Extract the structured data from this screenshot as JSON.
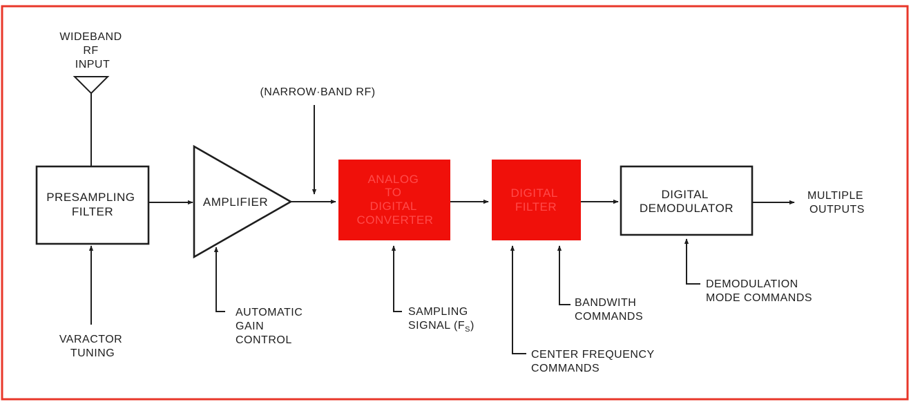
{
  "colors": {
    "border": "#e8372a",
    "ink": "#1e1e1e",
    "red_block": "#f0100a",
    "red_block_text": "#ff4a4a",
    "background": "#ffffff"
  },
  "antenna": {
    "lines": [
      "WIDEBAND",
      "RF",
      "INPUT"
    ]
  },
  "narrow_band": "(NARROW·BAND RF)",
  "blocks": {
    "presampling_filter": [
      "PRESAMPLING",
      "FILTER"
    ],
    "amplifier": "AMPLIFIER",
    "adc": [
      "ANALOG",
      "TO",
      "DIGITAL",
      "CONVERTER"
    ],
    "digital_filter": [
      "DIGITAL",
      "FILTER"
    ],
    "digital_demodulator": [
      "DIGITAL",
      "DEMODULATOR"
    ]
  },
  "outputs": [
    "MULTIPLE",
    "OUTPUTS"
  ],
  "controls": {
    "varactor_tuning": [
      "VARACTOR",
      "TUNING"
    ],
    "automatic_gain_control": [
      "AUTOMATIC",
      "GAIN",
      "CONTROL"
    ],
    "sampling_signal": [
      "SAMPLING",
      "SIGNAL (F",
      "S",
      ")"
    ],
    "bandwidth_commands": [
      "BANDWITH",
      "COMMANDS"
    ],
    "center_frequency_commands": [
      "CENTER FREQUENCY",
      "COMMANDS"
    ],
    "demodulation_mode_commands": [
      "DEMODULATION",
      "MODE COMMANDS"
    ]
  }
}
